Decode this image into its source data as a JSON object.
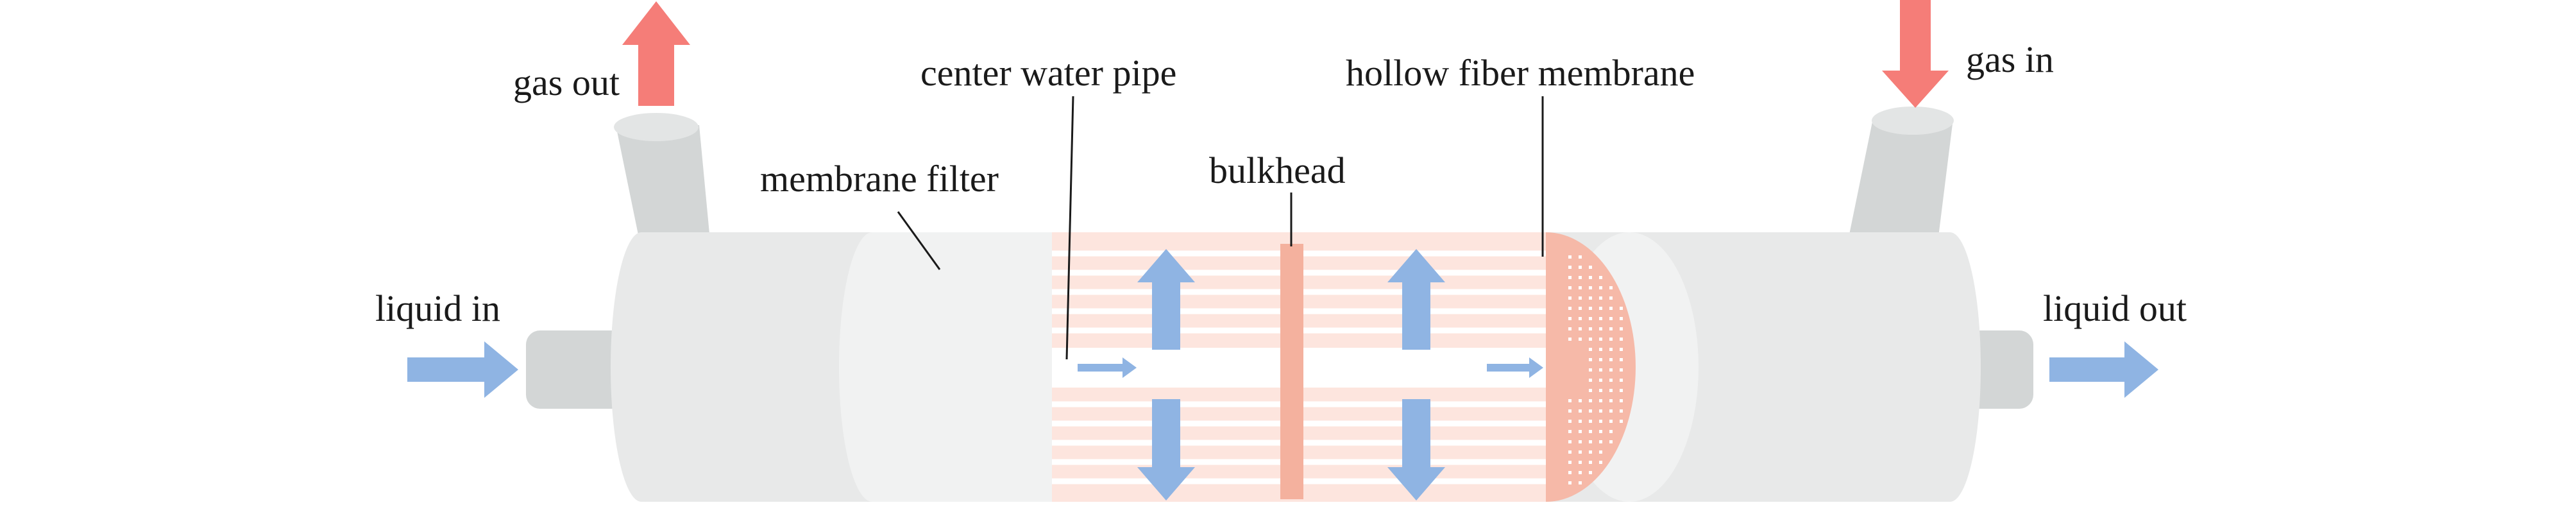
{
  "labels": {
    "gas_out": "gas out",
    "gas_in": "gas in",
    "liquid_in": "liquid in",
    "liquid_out": "liquid out",
    "membrane_filter": "membrane filter",
    "center_water_pipe": "center water pipe",
    "bulkhead": "bulkhead",
    "hollow_fiber_membrane": "hollow fiber membrane"
  },
  "colors": {
    "housing": "#e8e9e9",
    "housing_dark": "#d3d6d6",
    "cap": "#f1f2f2",
    "membrane_fill": "#fcded6",
    "membrane_dark": "#f6b7a5",
    "bulkhead": "#f4b19e",
    "gas_arrow": "#f57d78",
    "liquid_arrow": "#8fb4e3",
    "leader_line": "#1a1a1a"
  }
}
